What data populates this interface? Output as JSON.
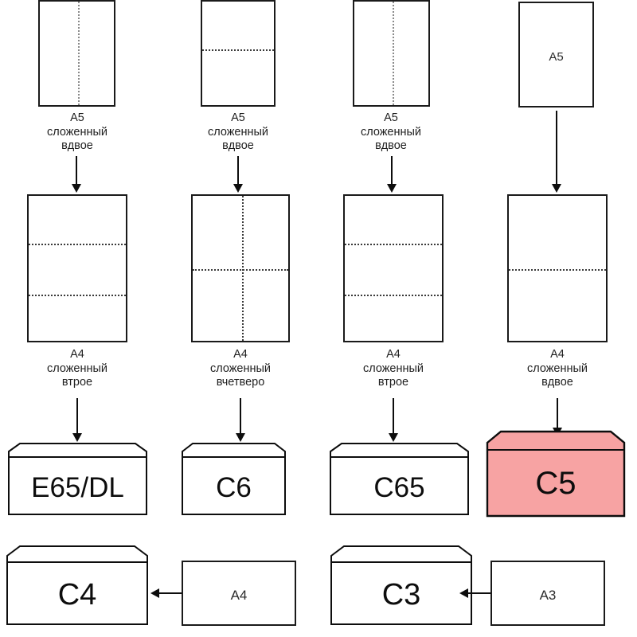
{
  "diagram": {
    "title_text": "",
    "colors": {
      "stroke": "#1a1a1a",
      "highlight_fill": "#F7A3A3",
      "highlight_flap_fill": "#F6AFAD",
      "paper_fill": "#ffffff",
      "background": "#ffffff"
    },
    "columns": [
      {
        "id": "col-1",
        "source_sheet": {
          "size": "A5",
          "fold": "vertical-half",
          "label": ""
        },
        "source_caption": "A5\nсложенный\nвдвое",
        "folded_sheet": {
          "size": "A4",
          "fold": "horizontal-thirds",
          "label": ""
        },
        "folded_caption": "A4\nсложенный\nвтрое",
        "envelope": {
          "label": "E65/DL",
          "highlighted": false
        }
      },
      {
        "id": "col-2",
        "source_sheet": {
          "size": "A5",
          "fold": "horizontal-half",
          "label": ""
        },
        "source_caption": "A5\nсложенный\nвдвое",
        "folded_sheet": {
          "size": "A4",
          "fold": "cross-quarters",
          "label": ""
        },
        "folded_caption": "A4\nсложенный\nвчетверо",
        "envelope": {
          "label": "C6",
          "highlighted": false
        }
      },
      {
        "id": "col-3",
        "source_sheet": {
          "size": "A5",
          "fold": "vertical-half",
          "label": ""
        },
        "source_caption": "A5\nсложенный\nвдвое",
        "folded_sheet": {
          "size": "A4",
          "fold": "horizontal-thirds",
          "label": ""
        },
        "folded_caption": "A4\nсложенный\nвтрое",
        "envelope": {
          "label": "C65",
          "highlighted": false
        }
      },
      {
        "id": "col-4",
        "source_sheet": {
          "size": "A5",
          "fold": "none",
          "label": "A5"
        },
        "source_caption": "",
        "folded_sheet": {
          "size": "A4",
          "fold": "horizontal-half",
          "label": ""
        },
        "folded_caption": "A4\nсложенный\nвдвое",
        "envelope": {
          "label": "C5",
          "highlighted": true
        }
      }
    ],
    "bottom_row": [
      {
        "id": "row-c4",
        "envelope_label": "C4",
        "sheet_label": "A4",
        "arrow": "left"
      },
      {
        "id": "row-c3",
        "envelope_label": "C3",
        "sheet_label": "A3",
        "arrow": "left"
      }
    ]
  }
}
